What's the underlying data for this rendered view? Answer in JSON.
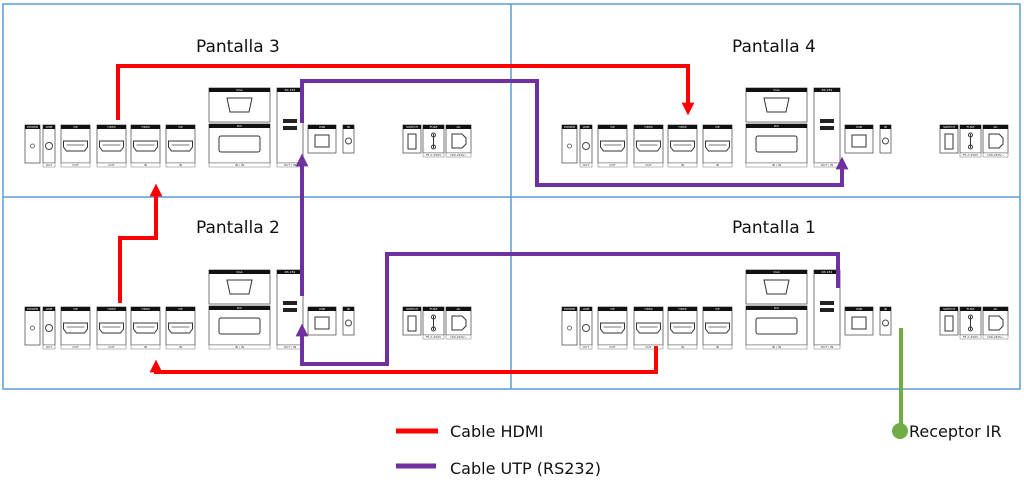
{
  "diagram": {
    "title": "Video wall connection diagram",
    "panels": [
      {
        "id": "p3",
        "label": "Pantalla 3",
        "position": "top-left"
      },
      {
        "id": "p4",
        "label": "Pantalla 4",
        "position": "top-right"
      },
      {
        "id": "p2",
        "label": "Pantalla 2",
        "position": "bottom-left"
      },
      {
        "id": "p1",
        "label": "Pantalla 1",
        "position": "bottom-right"
      }
    ],
    "ports": [
      {
        "id": "power",
        "label": "POWER",
        "bottom": ""
      },
      {
        "id": "line",
        "label": "LINE",
        "bottom": "OUT"
      },
      {
        "id": "dp-out",
        "label": "DP",
        "bottom": "OUT"
      },
      {
        "id": "hdmi-out",
        "label": "HDMI",
        "bottom": "OUT"
      },
      {
        "id": "hdmi-in",
        "label": "HDMI",
        "bottom": "IN"
      },
      {
        "id": "dp-in",
        "label": "DP",
        "bottom": "IN"
      },
      {
        "id": "vga",
        "label": "VGA",
        "bottom": ""
      },
      {
        "id": "dvi",
        "label": "DVI",
        "bottom": "IN / IN"
      },
      {
        "id": "rs232",
        "label": "RS 232",
        "bottom": "OUT / IN"
      },
      {
        "id": "usb",
        "label": "USB",
        "bottom": ""
      },
      {
        "id": "ir",
        "label": "IR",
        "bottom": ""
      },
      {
        "id": "switch",
        "label": "SWITCH",
        "bottom": ""
      },
      {
        "id": "fuse",
        "label": "FUSE",
        "bottom": "F5 A 250V"
      },
      {
        "id": "ac",
        "label": "AC",
        "bottom": "100-240V~"
      }
    ],
    "connections": [
      {
        "cable": "hdmi",
        "from": "Pantalla 1 HDMI OUT",
        "to": "Pantalla 2 HDMI IN"
      },
      {
        "cable": "hdmi",
        "from": "Pantalla 2 HDMI OUT",
        "to": "Pantalla 3 HDMI IN"
      },
      {
        "cable": "hdmi",
        "from": "Pantalla 3 HDMI OUT",
        "to": "Pantalla 4 HDMI IN"
      },
      {
        "cable": "utp",
        "from": "Pantalla 1 RS232 OUT",
        "to": "Pantalla 2 RS232 IN"
      },
      {
        "cable": "utp",
        "from": "Pantalla 2 RS232 OUT",
        "to": "Pantalla 3 RS232 IN"
      },
      {
        "cable": "utp",
        "from": "Pantalla 3 RS232 OUT",
        "to": "Pantalla 4 RS232 IN"
      },
      {
        "cable": "ir",
        "from": "Receptor IR",
        "to": "Pantalla 1 IR"
      }
    ],
    "legend": [
      {
        "label": "Cable HDMI",
        "color": "#ff0000"
      },
      {
        "label": "Cable UTP (RS232)",
        "color": "#7030a0"
      }
    ],
    "ir_receiver": {
      "label": "Receptor IR",
      "color": "#70ad47"
    },
    "colors": {
      "grid_border": "#5b9bd5",
      "hdmi": "#ff0000",
      "utp": "#7030a0",
      "ir": "#70ad47"
    }
  }
}
